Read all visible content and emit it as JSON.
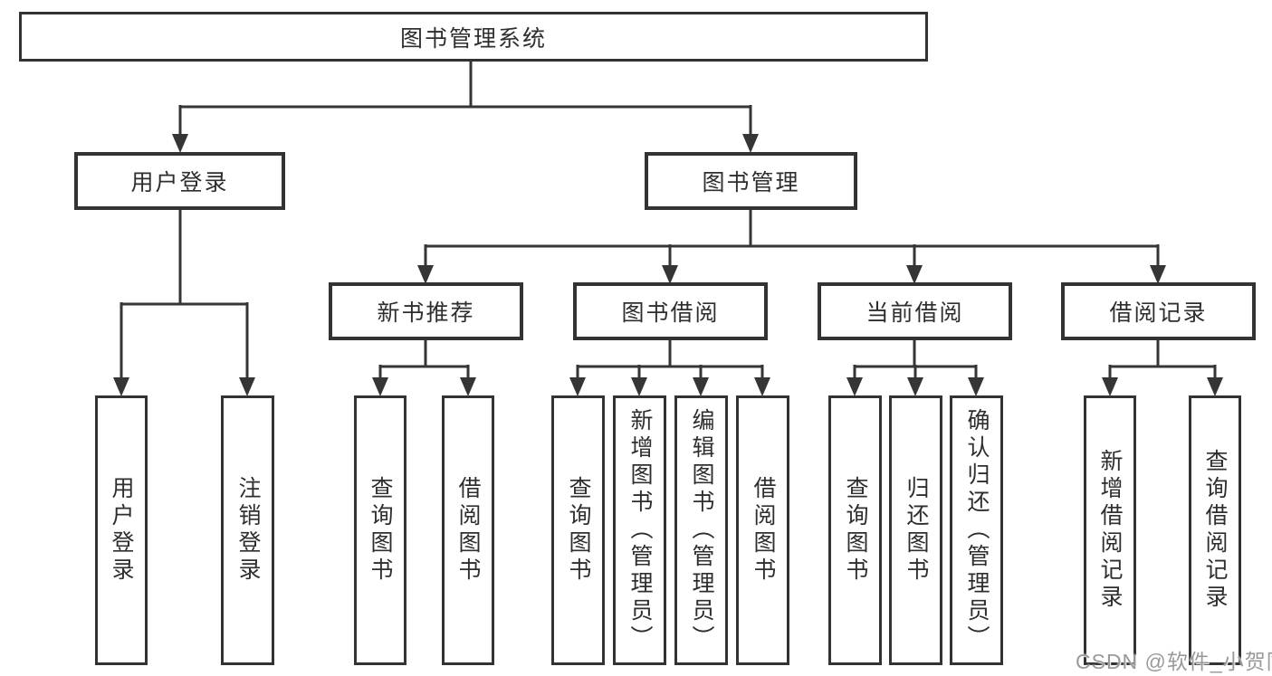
{
  "colors": {
    "line-color": "#353535",
    "border-color": "#333333",
    "text-color": "#2e2e2e",
    "watermark-color": "#9a9a9a",
    "bg-color": "#ffffff"
  },
  "watermark": {
    "text": "CSDN @软件_小贺同学"
  },
  "tree": {
    "label": "图书管理系统",
    "children": [
      {
        "label": "用户登录",
        "children": [
          {
            "label": "用户登录"
          },
          {
            "label": "注销登录"
          }
        ]
      },
      {
        "label": "图书管理",
        "children": [
          {
            "label": "新书推荐",
            "children": [
              {
                "label": "查询图书"
              },
              {
                "label": "借阅图书"
              }
            ]
          },
          {
            "label": "图书借阅",
            "children": [
              {
                "label": "查询图书"
              },
              {
                "label": "新增图书（管理员）"
              },
              {
                "label": "编辑图书（管理员）"
              },
              {
                "label": "借阅图书"
              }
            ]
          },
          {
            "label": "当前借阅",
            "children": [
              {
                "label": "查询图书"
              },
              {
                "label": "归还图书"
              },
              {
                "label": "确认归还（管理员）"
              }
            ]
          },
          {
            "label": "借阅记录",
            "children": [
              {
                "label": "新增借阅记录"
              },
              {
                "label": "查询借阅记录"
              }
            ]
          }
        ]
      }
    ]
  }
}
